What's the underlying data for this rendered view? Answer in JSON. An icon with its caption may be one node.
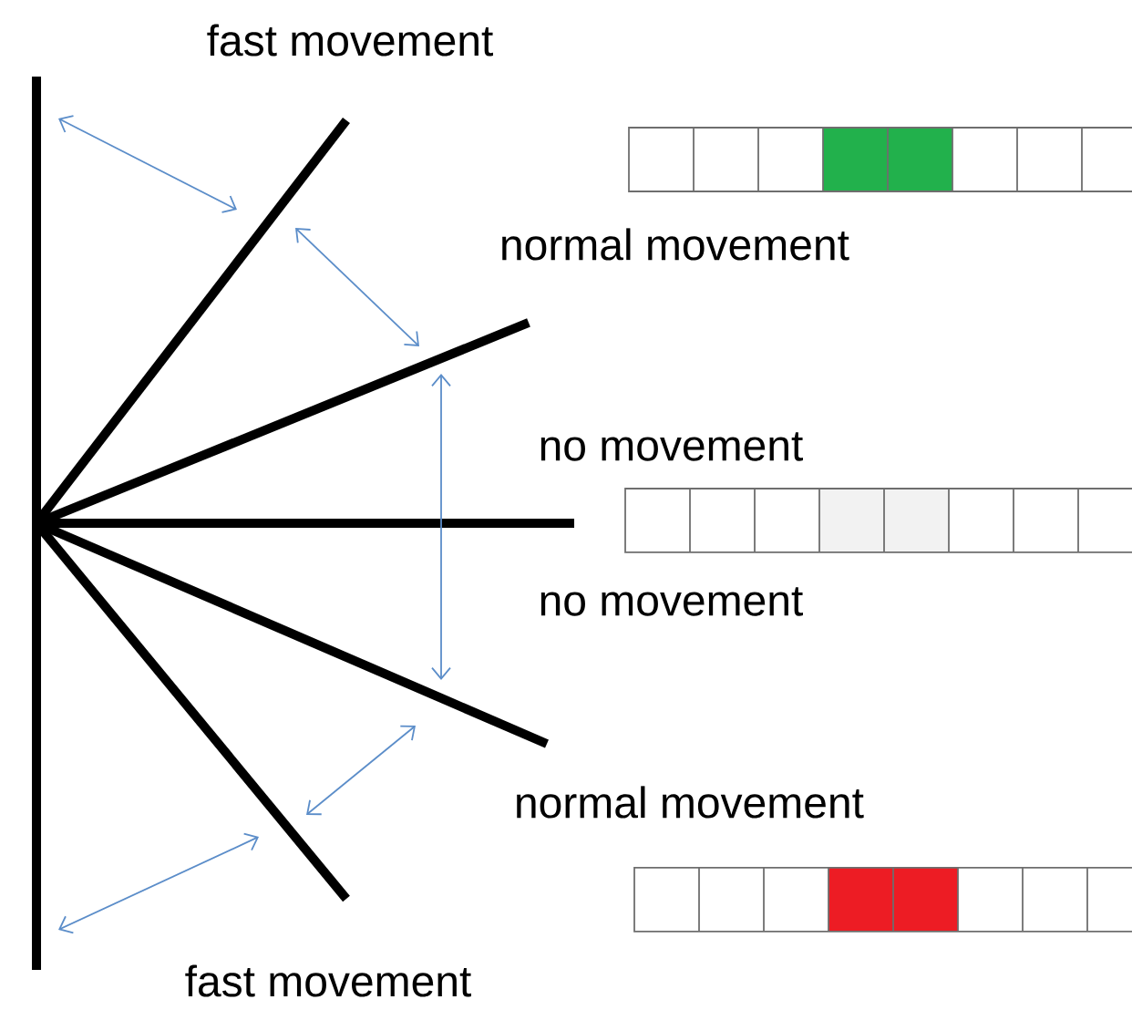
{
  "diagram": {
    "labels": [
      "fast movement",
      "normal movement",
      "no movement",
      "no movement",
      "normal movement",
      "fast movement"
    ]
  }
}
